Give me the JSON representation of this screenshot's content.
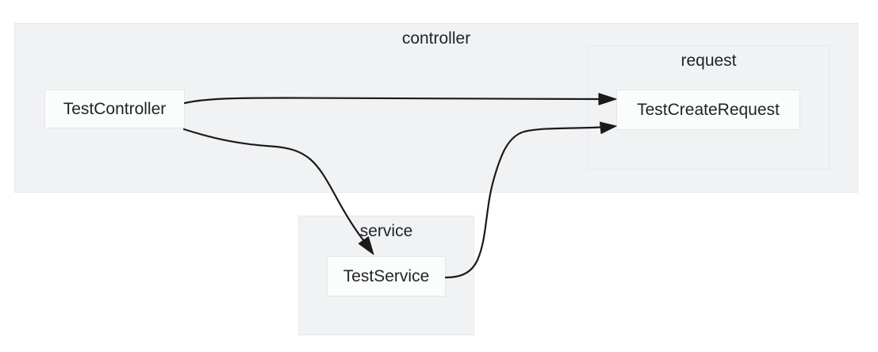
{
  "diagram": {
    "type": "package-dependency-graph",
    "clusters": [
      {
        "id": "controller",
        "label": "controller"
      },
      {
        "id": "request",
        "label": "request"
      },
      {
        "id": "service",
        "label": "service"
      }
    ],
    "nodes": [
      {
        "id": "TestController",
        "label": "TestController",
        "cluster": "controller"
      },
      {
        "id": "TestCreateRequest",
        "label": "TestCreateRequest",
        "cluster": "request"
      },
      {
        "id": "TestService",
        "label": "TestService",
        "cluster": "service"
      }
    ],
    "edges": [
      {
        "from": "TestController",
        "to": "TestCreateRequest"
      },
      {
        "from": "TestController",
        "to": "TestService"
      },
      {
        "from": "TestService",
        "to": "TestCreateRequest"
      }
    ],
    "colors": {
      "canvas_bg": "#ffffff",
      "cluster_fill": "#f1f2f4",
      "cluster_border": "#e5e8ec",
      "node_fill": "#fbfcfc",
      "node_border": "#e4e6ea",
      "edge_stroke": "#1a1a1a",
      "label_text": "#21242a"
    }
  }
}
